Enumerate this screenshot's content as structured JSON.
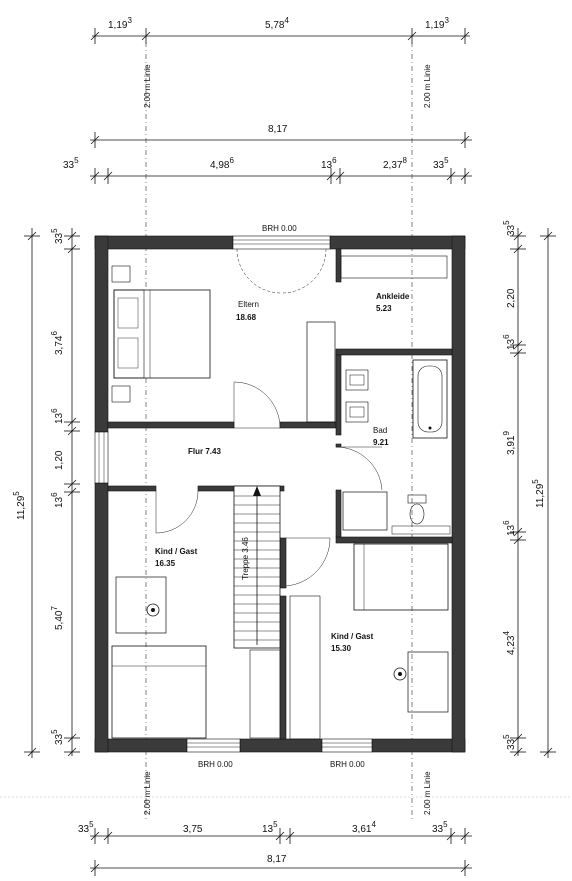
{
  "dimensions": {
    "top_row_1": [
      "1,19",
      "5,78",
      "1,19"
    ],
    "top_row_1_sup": [
      "3",
      "4",
      "3"
    ],
    "top_total": "8,17",
    "top_row_2": [
      "33",
      "4,98",
      "13",
      "2,37",
      "33"
    ],
    "top_row_2_sup": [
      "5",
      "6",
      "6",
      "8",
      "5"
    ],
    "bottom_row": [
      "33",
      "3,75",
      "13",
      "3,61",
      "33"
    ],
    "bottom_row_sup": [
      "5",
      "",
      "5",
      "4",
      "5"
    ],
    "bottom_total": "8,17",
    "left_segments": [
      "33",
      "3,74",
      "13",
      "1,20",
      "13",
      "5,40",
      "33"
    ],
    "left_segments_sup": [
      "5",
      "6",
      "6",
      "",
      "6",
      "7",
      "5"
    ],
    "left_total": "11,29",
    "left_total_sup": "5",
    "right_segments": [
      "33",
      "2,20",
      "13",
      "3,91",
      "13",
      "4,23",
      "33"
    ],
    "right_segments_sup": [
      "5",
      "",
      "6",
      "9",
      "6",
      "4",
      "5"
    ],
    "right_total": "11,29",
    "right_total_sup": "5"
  },
  "guide_labels": {
    "top_left": "2.00 m Linie",
    "top_right": "2.00 m Linie",
    "bottom_left": "2.00 m Linie",
    "bottom_right": "2.00 m Linie"
  },
  "windows": {
    "top": "BRH 0.00",
    "bottom_left": "BRH 0.00",
    "bottom_right": "BRH 0.00"
  },
  "rooms": {
    "eltern": {
      "name": "Eltern",
      "area": "18.68"
    },
    "ankleide": {
      "name": "Ankleide",
      "area": "5.23"
    },
    "bad": {
      "name": "Bad",
      "area": "9.21"
    },
    "flur": {
      "name": "Flur 7.43"
    },
    "kind1": {
      "name": "Kind / Gast",
      "area": "16.35"
    },
    "kind2": {
      "name": "Kind / Gast",
      "area": "15.30"
    },
    "treppe": {
      "name": "Treppe 3.46"
    }
  }
}
